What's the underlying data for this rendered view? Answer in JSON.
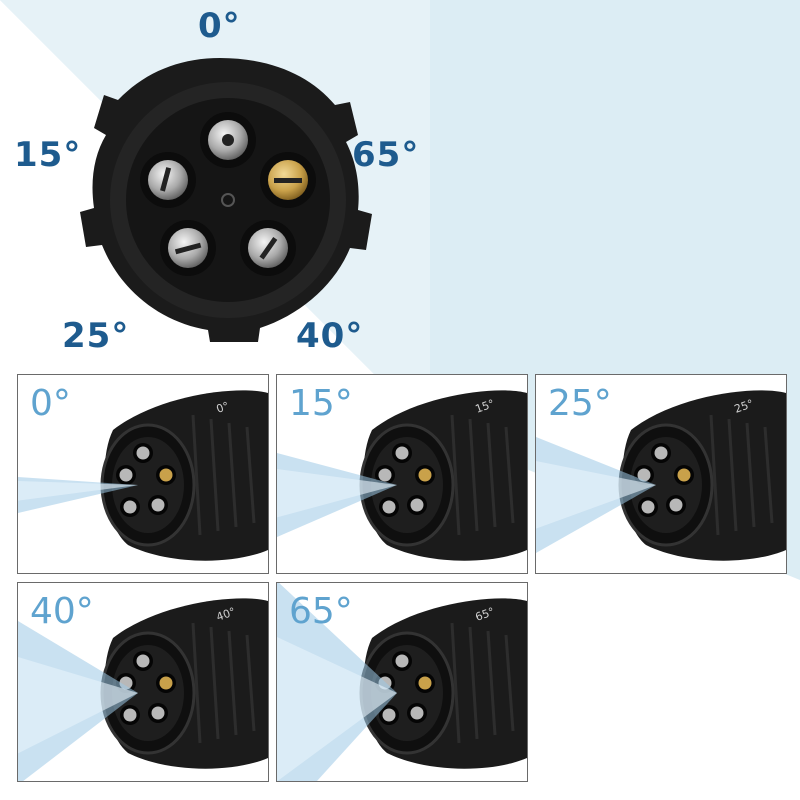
{
  "colors": {
    "background_tint": "#dcedf4",
    "hero_label": "#1e5b8e",
    "tile_label": "#5fa3cf",
    "nozzle_body": "#1b1b1b",
    "brass_tip": "#c9a14a",
    "spray": "#9cc8e6"
  },
  "hero": {
    "labels": {
      "top": "0°",
      "left": "15°",
      "right": "65°",
      "bottom_left": "25°",
      "bottom_right": "40°"
    },
    "icons": {
      "body": "nozzle-face-icon",
      "tips": "spray-tip-icon"
    }
  },
  "tiles": [
    {
      "label": "0°",
      "engraving": "0°",
      "spray_angle_deg": 0
    },
    {
      "label": "15°",
      "engraving": "15°",
      "spray_angle_deg": 15
    },
    {
      "label": "25°",
      "engraving": "25°",
      "spray_angle_deg": 25
    },
    {
      "label": "40°",
      "engraving": "40°",
      "spray_angle_deg": 40
    },
    {
      "label": "65°",
      "engraving": "65°",
      "spray_angle_deg": 65
    }
  ]
}
